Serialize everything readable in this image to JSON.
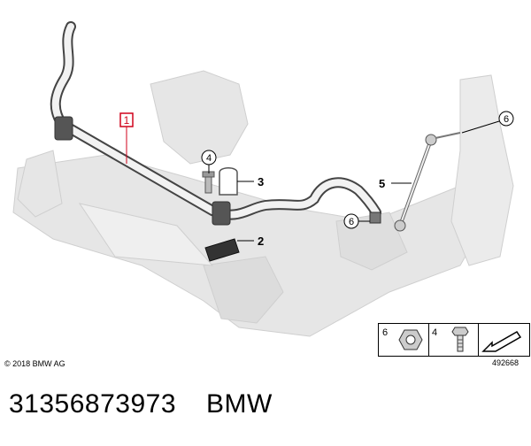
{
  "diagram": {
    "callouts": [
      {
        "id": "c1",
        "label": "1"
      },
      {
        "id": "c2",
        "label": "2"
      },
      {
        "id": "c3",
        "label": "3"
      },
      {
        "id": "c4",
        "label": "4"
      },
      {
        "id": "c5",
        "label": "5"
      },
      {
        "id": "c6a",
        "label": "6"
      },
      {
        "id": "c6b",
        "label": "6"
      }
    ],
    "copyright": "© 2018 BMW AG",
    "reference_number": "492668"
  },
  "parts_legend": {
    "items": [
      {
        "number": "6",
        "icon": "hex-nut-icon"
      },
      {
        "number": "4",
        "icon": "bolt-icon"
      }
    ],
    "arrow_icon": "direction-arrow-icon"
  },
  "footer": {
    "part_number": "31356873973",
    "brand": "BMW"
  },
  "colors": {
    "frame_gray": "#e3e3e3",
    "bar_outline": "#444444",
    "highlight_red": "#d0021b"
  }
}
